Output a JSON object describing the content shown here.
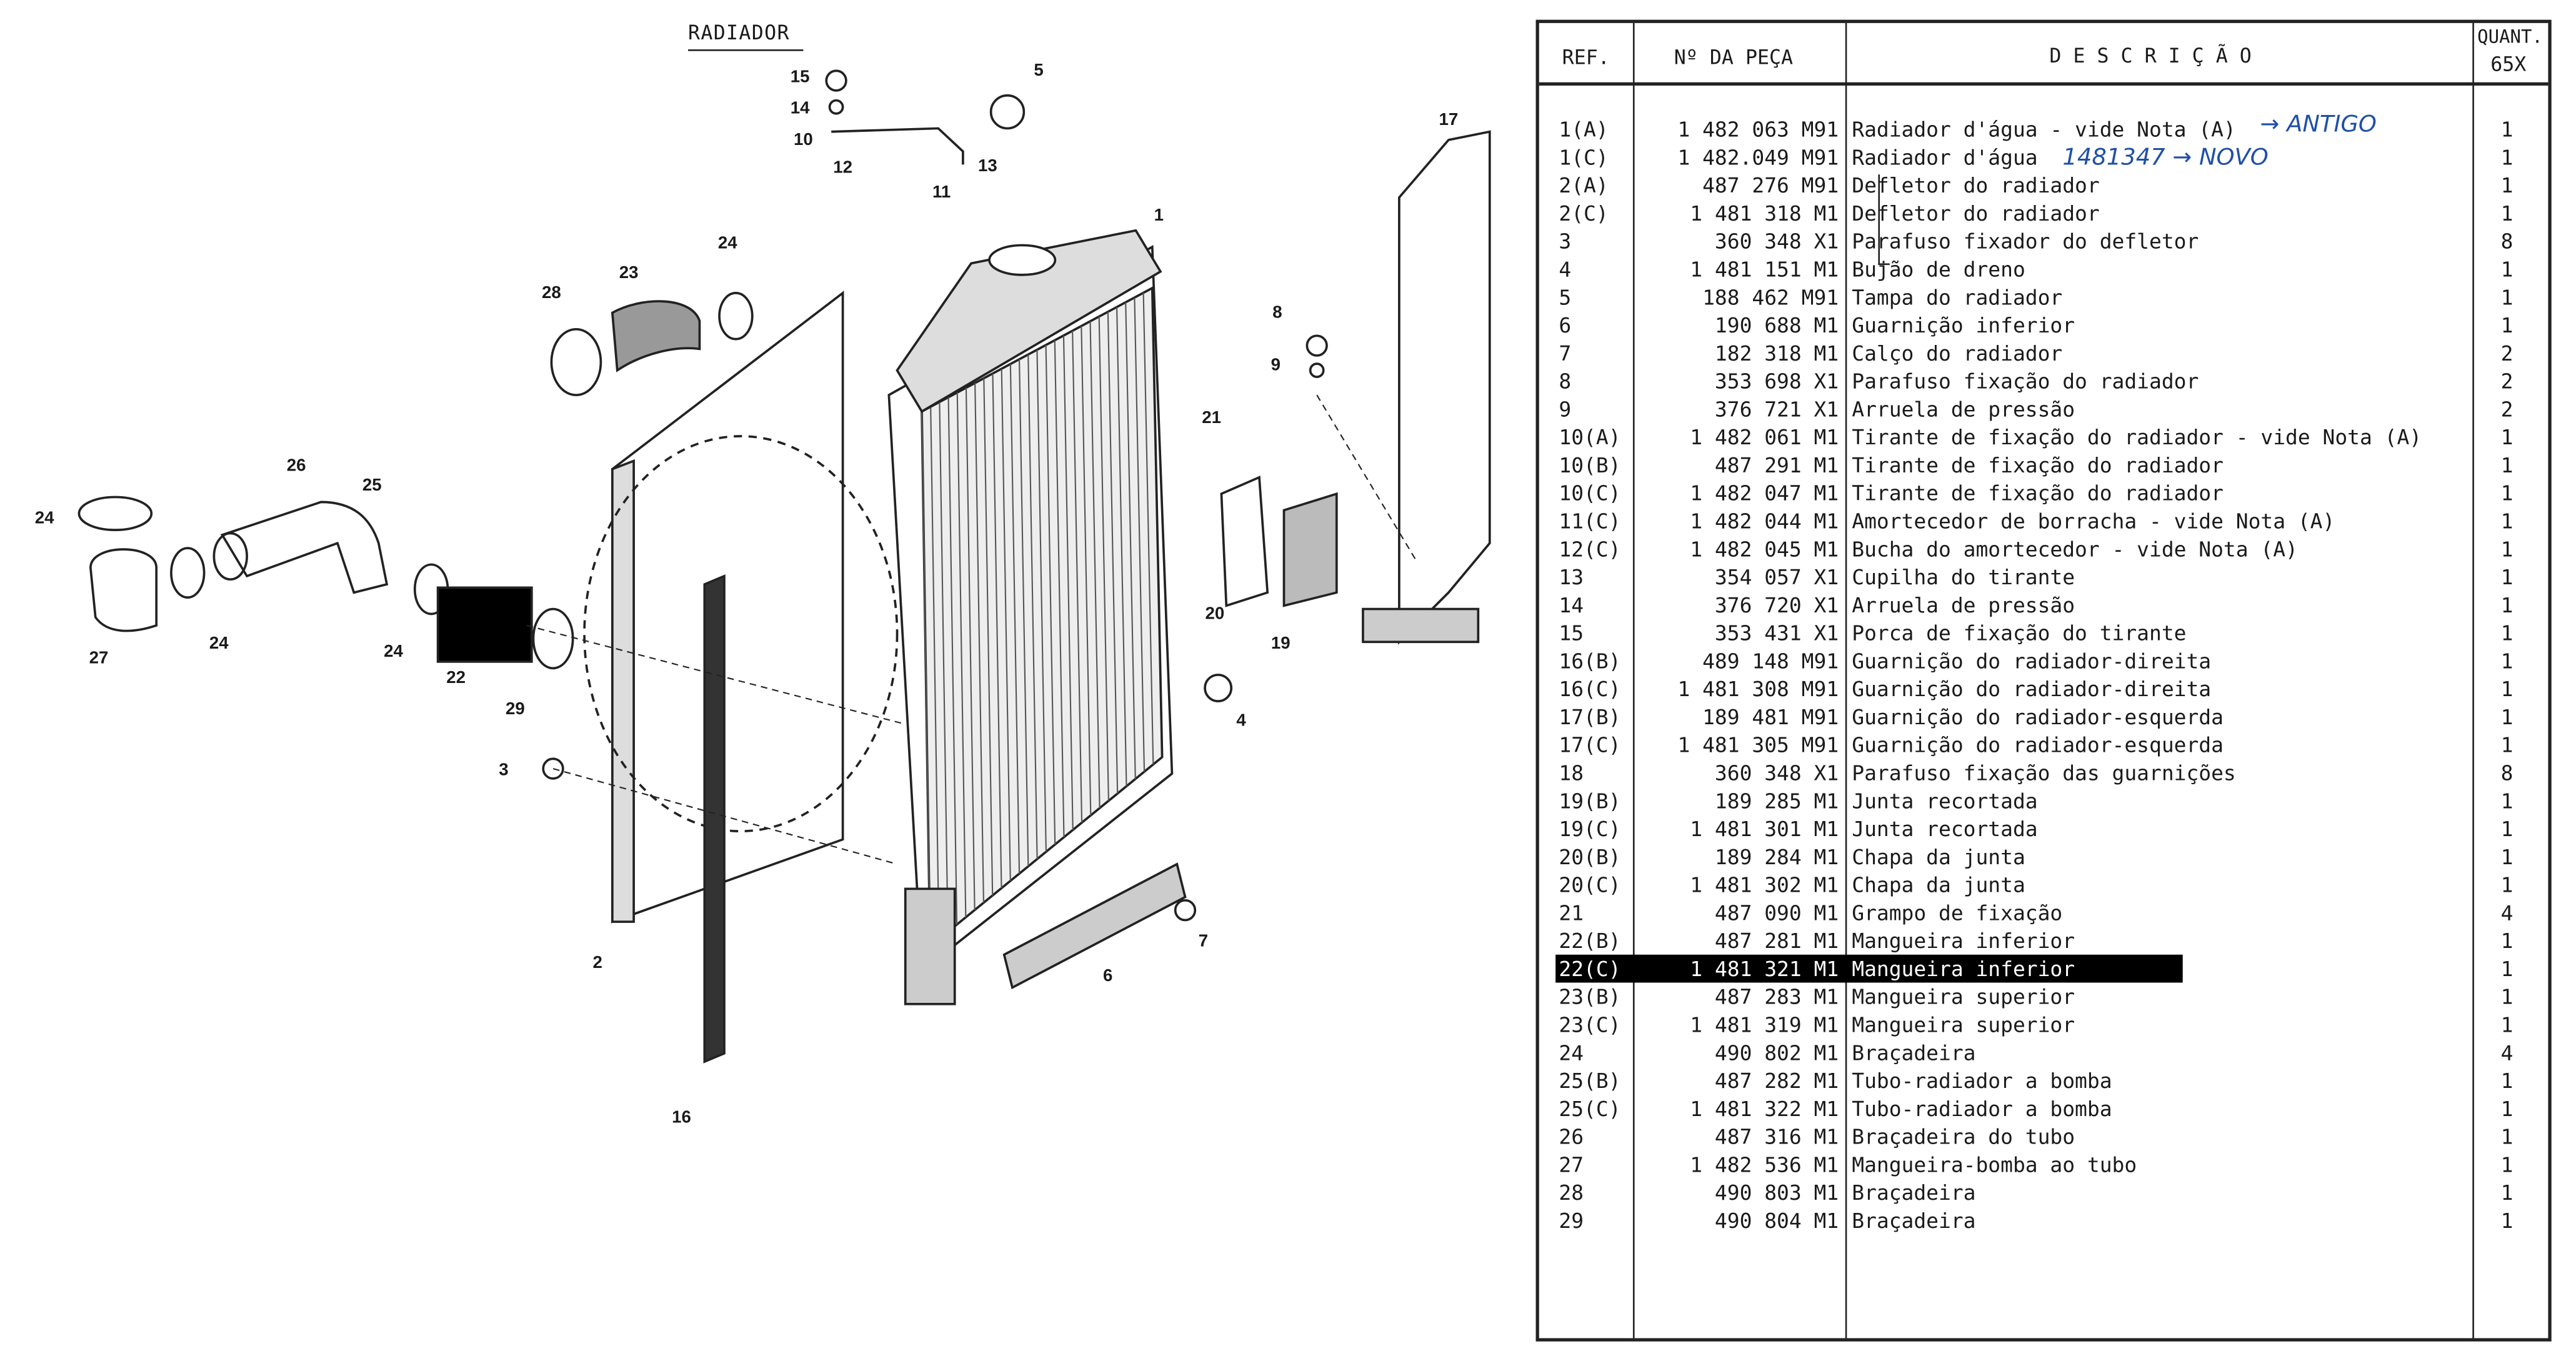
{
  "diagram": {
    "title": "RADIADOR",
    "callouts": [
      "15",
      "14",
      "10",
      "5",
      "12",
      "11",
      "13",
      "1",
      "17",
      "24",
      "28",
      "23",
      "8",
      "9",
      "21",
      "26",
      "25",
      "24",
      "24",
      "27",
      "24",
      "22",
      "29",
      "20",
      "19",
      "4",
      "3",
      "2",
      "6",
      "7",
      "16"
    ]
  },
  "table": {
    "headers": {
      "ref": "REF.",
      "part_no": "Nº DA PEÇA",
      "description": "D E S C R I Ç Ã O",
      "qty": "QUANT.",
      "qty_model": "65X"
    },
    "rows": [
      {
        "ref": "1(A)",
        "part_no": "1 482 063 M91",
        "description": "Radiador d'água - vide Nota (A)",
        "qty": "1"
      },
      {
        "ref": "1(C)",
        "part_no": "1 482.049 M91",
        "description": "Radiador d'água",
        "qty": "1"
      },
      {
        "ref": "2(A)",
        "part_no": "487 276 M91",
        "description": "Defletor do radiador",
        "qty": "1"
      },
      {
        "ref": "2(C)",
        "part_no": "1 481 318 M1",
        "description": "Defletor do radiador",
        "qty": "1"
      },
      {
        "ref": "3",
        "part_no": "360 348 X1",
        "description": "Parafuso fixador do defletor",
        "qty": "8"
      },
      {
        "ref": "4",
        "part_no": "1 481 151 M1",
        "description": "Bujão de dreno",
        "qty": "1"
      },
      {
        "ref": "5",
        "part_no": "188 462 M91",
        "description": "Tampa do radiador",
        "qty": "1"
      },
      {
        "ref": "6",
        "part_no": "190 688 M1",
        "description": "Guarnição inferior",
        "qty": "1"
      },
      {
        "ref": "7",
        "part_no": "182 318 M1",
        "description": "Calço do radiador",
        "qty": "2"
      },
      {
        "ref": "8",
        "part_no": "353 698 X1",
        "description": "Parafuso fixação do radiador",
        "qty": "2"
      },
      {
        "ref": "9",
        "part_no": "376 721 X1",
        "description": "Arruela de pressão",
        "qty": "2"
      },
      {
        "ref": "10(A)",
        "part_no": "1 482 061 M1",
        "description": "Tirante de fixação do radiador - vide Nota (A)",
        "qty": "1"
      },
      {
        "ref": "10(B)",
        "part_no": "487 291 M1",
        "description": "Tirante de fixação do radiador",
        "qty": "1"
      },
      {
        "ref": "10(C)",
        "part_no": "1 482 047 M1",
        "description": "Tirante de fixação do radiador",
        "qty": "1"
      },
      {
        "ref": "11(C)",
        "part_no": "1 482 044 M1",
        "description": "Amortecedor de borracha - vide Nota (A)",
        "qty": "1"
      },
      {
        "ref": "12(C)",
        "part_no": "1 482 045 M1",
        "description": "Bucha do amortecedor - vide Nota (A)",
        "qty": "1"
      },
      {
        "ref": "13",
        "part_no": "354 057 X1",
        "description": "Cupilha do tirante",
        "qty": "1"
      },
      {
        "ref": "14",
        "part_no": "376 720 X1",
        "description": "Arruela de pressão",
        "qty": "1"
      },
      {
        "ref": "15",
        "part_no": "353 431 X1",
        "description": "Porca de fixação do tirante",
        "qty": "1"
      },
      {
        "ref": "16(B)",
        "part_no": "489 148 M91",
        "description": "Guarnição do radiador-direita",
        "qty": "1"
      },
      {
        "ref": "16(C)",
        "part_no": "1 481 308 M91",
        "description": "Guarnição do radiador-direita",
        "qty": "1"
      },
      {
        "ref": "17(B)",
        "part_no": "189 481 M91",
        "description": "Guarnição do radiador-esquerda",
        "qty": "1"
      },
      {
        "ref": "17(C)",
        "part_no": "1 481 305 M91",
        "description": "Guarnição do radiador-esquerda",
        "qty": "1"
      },
      {
        "ref": "18",
        "part_no": "360 348 X1",
        "description": "Parafuso fixação das guarnições",
        "qty": "8"
      },
      {
        "ref": "19(B)",
        "part_no": "189 285 M1",
        "description": "Junta recortada",
        "qty": "1"
      },
      {
        "ref": "19(C)",
        "part_no": "1 481 301 M1",
        "description": "Junta recortada",
        "qty": "1"
      },
      {
        "ref": "20(B)",
        "part_no": "189 284 M1",
        "description": "Chapa da junta",
        "qty": "1"
      },
      {
        "ref": "20(C)",
        "part_no": "1 481 302 M1",
        "description": "Chapa da junta",
        "qty": "1"
      },
      {
        "ref": "21",
        "part_no": "487 090 M1",
        "description": "Grampo de fixação",
        "qty": "4"
      },
      {
        "ref": "22(B)",
        "part_no": "487 281 M1",
        "description": "Mangueira inferior",
        "qty": "1"
      },
      {
        "ref": "22(C)",
        "part_no": "1 481 321 M1",
        "description": "Mangueira inferior",
        "qty": "1",
        "highlighted": true
      },
      {
        "ref": "23(B)",
        "part_no": "487 283 M1",
        "description": "Mangueira superior",
        "qty": "1"
      },
      {
        "ref": "23(C)",
        "part_no": "1 481 319 M1",
        "description": "Mangueira superior",
        "qty": "1"
      },
      {
        "ref": "24",
        "part_no": "490 802 M1",
        "description": "Braçadeira",
        "qty": "4"
      },
      {
        "ref": "25(B)",
        "part_no": "487 282 M1",
        "description": "Tubo-radiador a bomba",
        "qty": "1"
      },
      {
        "ref": "25(C)",
        "part_no": "1 481 322 M1",
        "description": "Tubo-radiador a bomba",
        "qty": "1"
      },
      {
        "ref": "26",
        "part_no": "487 316 M1",
        "description": "Braçadeira do tubo",
        "qty": "1"
      },
      {
        "ref": "27",
        "part_no": "1 482 536 M1",
        "description": "Mangueira-bomba ao tubo",
        "qty": "1"
      },
      {
        "ref": "28",
        "part_no": "490 803 M1",
        "description": "Braçadeira",
        "qty": "1"
      },
      {
        "ref": "29",
        "part_no": "490 804 M1",
        "description": "Braçadeira",
        "qty": "1"
      }
    ],
    "handwritten": {
      "note_1": "→ ANTIGO",
      "note_2": "1481347 → NOVO"
    },
    "colors": {
      "ink": "#1a1a1a",
      "handwriting": "#1f4fa8",
      "highlight": "#000000"
    }
  }
}
